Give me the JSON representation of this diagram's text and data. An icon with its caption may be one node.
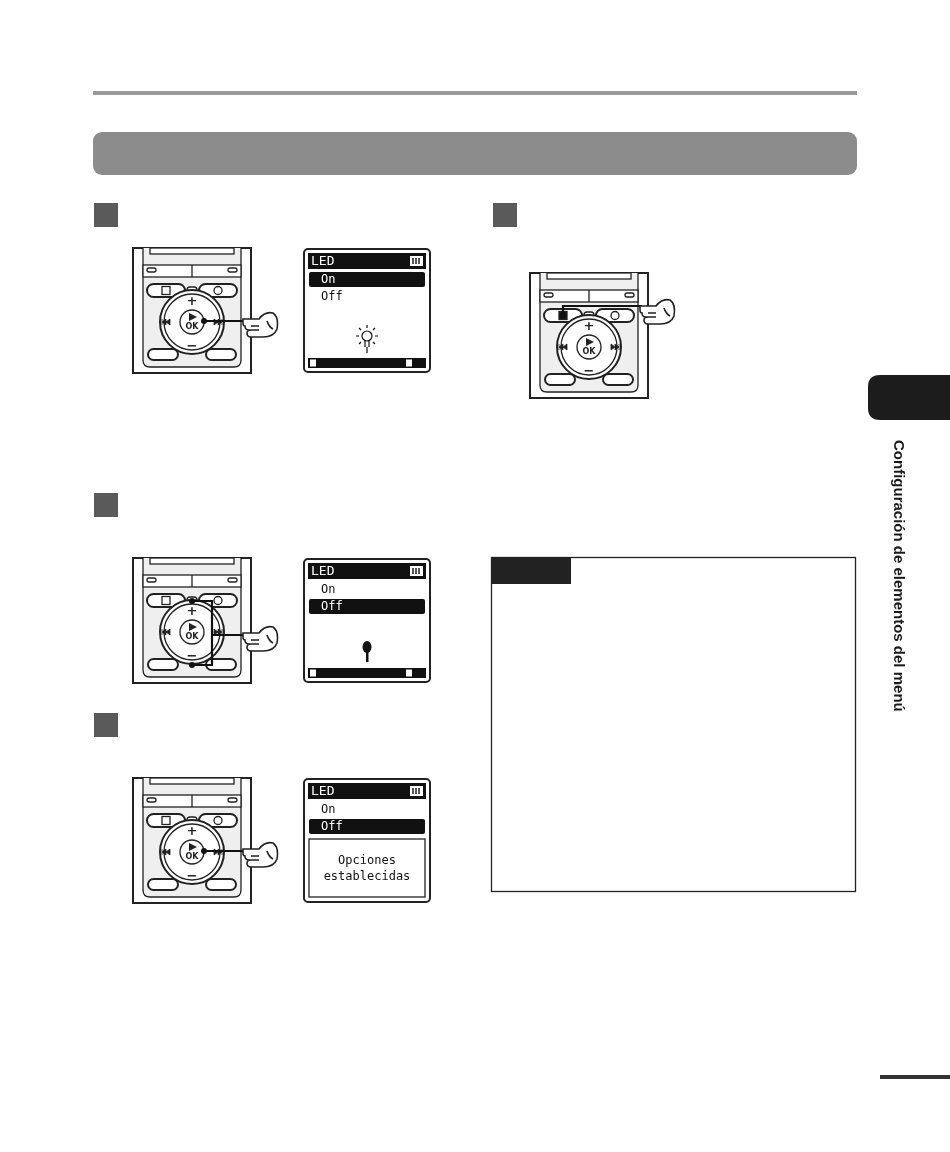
{
  "diagram": {
    "nodes": [
      {
        "text": [],
        "shape": "box"
      }
    ],
    "labels": [
      "+",
      "OK",
      "−",
      "LED",
      "On",
      "Off",
      "+",
      "OK",
      "−",
      "LED",
      "On",
      "Off",
      "+",
      "OK",
      "−",
      "LED",
      "On",
      "Off",
      "Opciones establecidas",
      "+",
      "OK",
      "−",
      "Configuración de elementos del menú"
    ]
  }
}
